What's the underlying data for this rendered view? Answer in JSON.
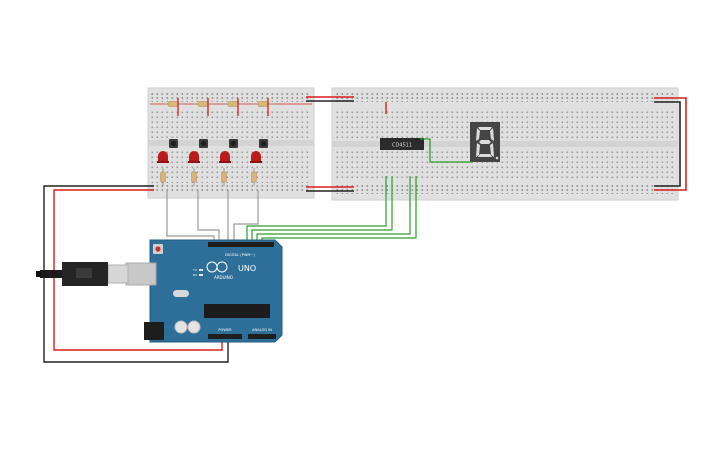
{
  "board": {
    "model": "UNO",
    "brand": "ARDUINO",
    "digital_header": "DIGITAL (PWM~)",
    "power_header": "POWER",
    "analog_header": "ANALOG IN",
    "led_labels": [
      "TX",
      "RX"
    ]
  },
  "chip": {
    "label": "CD4511"
  },
  "display": {
    "digit": "8"
  },
  "colors": {
    "breadboard": "#e2e2e2",
    "rail_red": "#d81f1f",
    "wire_black": "#222222",
    "wire_green": "#2aa12a",
    "wire_gray": "#9a9a9a",
    "arduino_blue": "#2d6f98",
    "led_red": "#b81c1c",
    "display_bg": "#444444"
  }
}
